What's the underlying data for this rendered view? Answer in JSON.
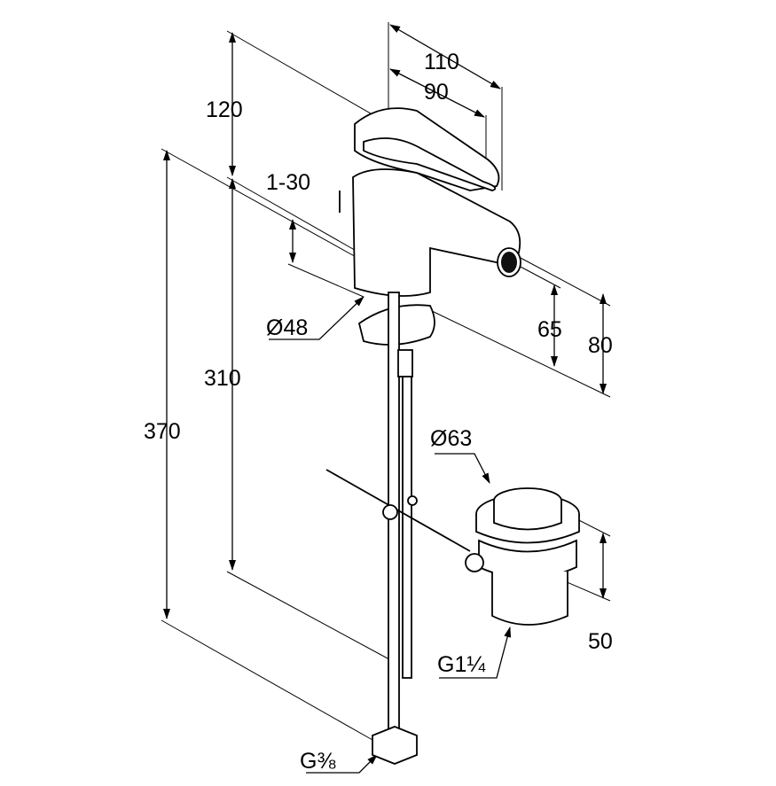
{
  "dimensions": {
    "width_total": "110",
    "width_spout": "90",
    "lever_clearance": "120",
    "deck_thickness": "1-30",
    "body_diameter": "Ø48",
    "connection_length": "310",
    "total_hose_length": "370",
    "spout_height": "65",
    "spout_top_height": "80",
    "waste_diameter": "Ø63",
    "waste_height": "50",
    "waste_thread": "G1¼",
    "inlet_thread": "G⅜"
  }
}
